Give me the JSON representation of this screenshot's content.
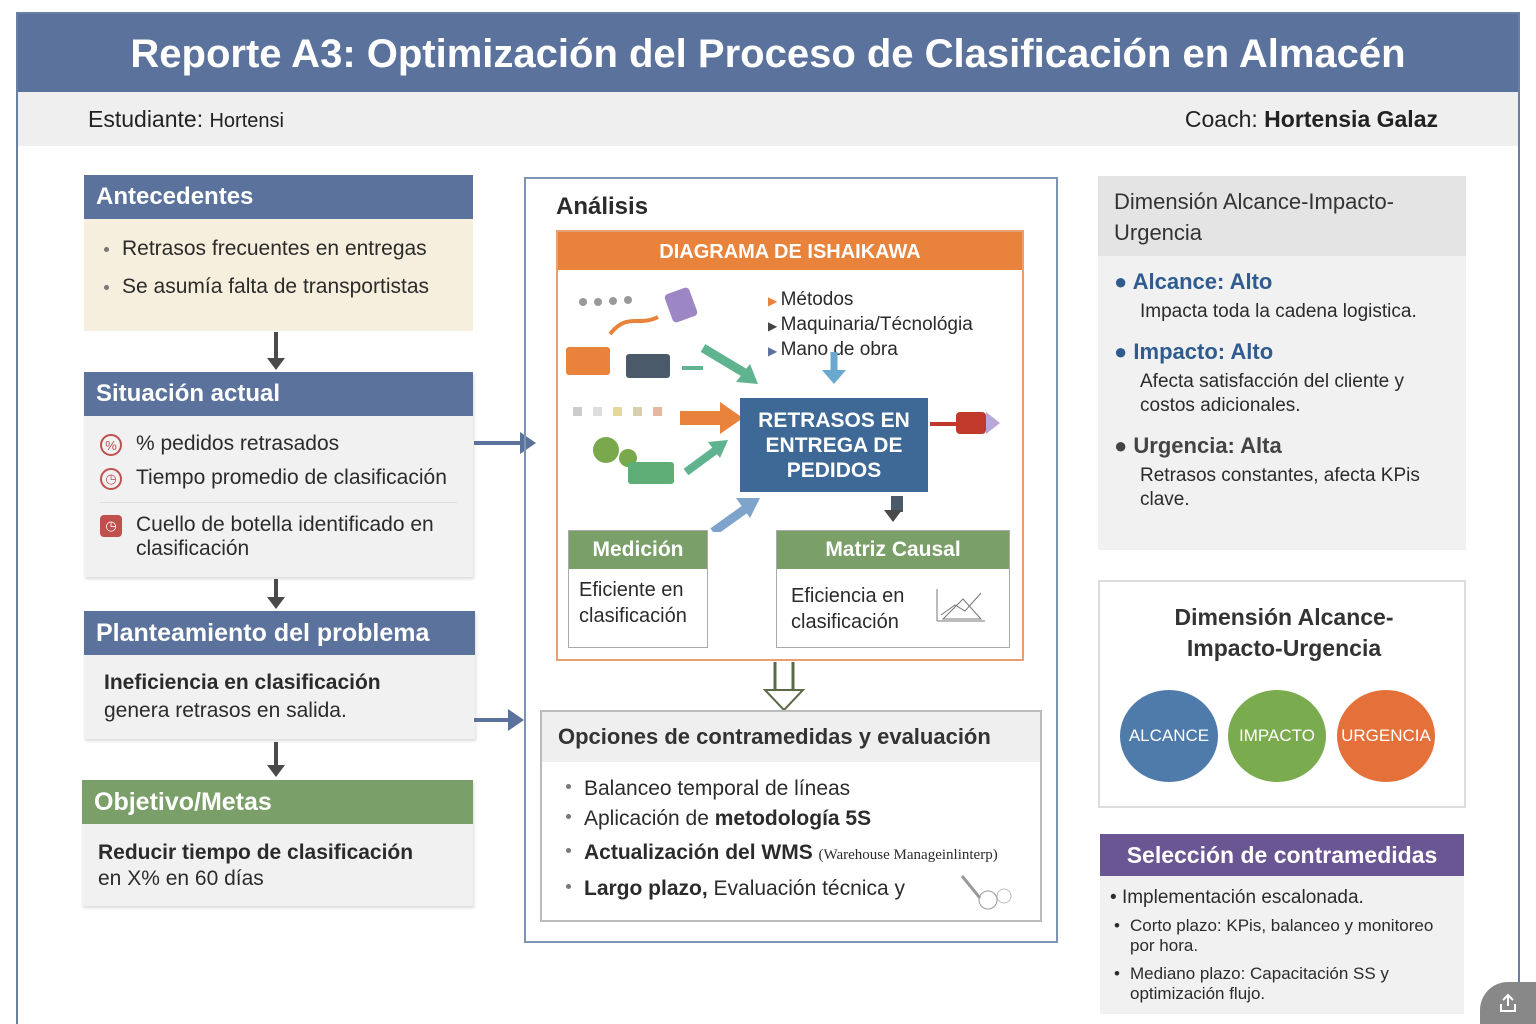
{
  "header": {
    "title": "Reporte A3: Optimización del Proceso de Clasificación en Almacén",
    "student_label": "Estudiante:",
    "student_value": "Hortensi",
    "coach_label": "Coach:",
    "coach_value": "Hortensia Galaz"
  },
  "antecedentes": {
    "title": "Antecedentes",
    "items": [
      "Retrasos frecuentes en entregas",
      "Se asumía falta de transportistas"
    ]
  },
  "situacion": {
    "title": "Situación actual",
    "items": [
      "% pedidos retrasados",
      "Tiempo promedio de clasificación",
      "Cuello de botella identificado en clasificación"
    ]
  },
  "planteamiento": {
    "title": "Planteamiento del problema",
    "bold": "Ineficiencia en clasificación",
    "rest": "genera retrasos en salida."
  },
  "objetivo": {
    "title": "Objetivo/Metas",
    "bold": "Reducir tiempo de clasificación",
    "rest": "en X% en 60 días"
  },
  "analisis": {
    "title": "Análisis",
    "ishikawa_title": "DIAGRAMA DE ISHAIKAWA",
    "causes": [
      "Métodos",
      "Maquinaria/Técnológia",
      "Mano de obra"
    ],
    "effect": "RETRASOS EN ENTREGA DE PEDIDOS",
    "medicion_title": "Medición",
    "medicion_text": "Eficiente en clasificación",
    "matriz_title": "Matriz Causal",
    "matriz_text": "Eficiencia en clasificación"
  },
  "opciones": {
    "title": "Opciones de contramedidas y evaluación",
    "item1": "Balanceo temporal de líneas",
    "item2_pre": "Aplicación de ",
    "item2_bold": "metodología 5S",
    "item3_pre": "Actualización del ",
    "item3_bold": "WMS",
    "item3_small": "(Warehouse Manageinlinterp)",
    "item4_bold": "Largo plazo,",
    "item4_rest": " Evaluación técnica y"
  },
  "dimension": {
    "title": "Dimensión Alcance-Impacto-Urgencia",
    "alcance_label": "Alcance: Alto",
    "alcance_desc": "Impacta toda la cadena logistica.",
    "impacto_label": "Impacto: Alto",
    "impacto_desc": "Afecta satisfacción del cliente y costos adicionales.",
    "urgencia_label": "Urgencia: Alta",
    "urgencia_desc": "Retrasos constantes, afecta KPis clave."
  },
  "dimension2": {
    "title": "Dimensión Alcance-Impacto-Urgencia",
    "c1": "ALCANCE",
    "c2": "IMPACTO",
    "c3": "URGENCIA",
    "colors": [
      "#4f7bab",
      "#7bab4f",
      "#e4713a"
    ]
  },
  "seleccion": {
    "title": "Selección de contramedidas",
    "items": [
      "Implementación escalonada.",
      "Corto plazo: KPis, balanceo y monitoreo por hora.",
      "Mediano plazo: Capacitación SS y optimización flujo."
    ]
  }
}
